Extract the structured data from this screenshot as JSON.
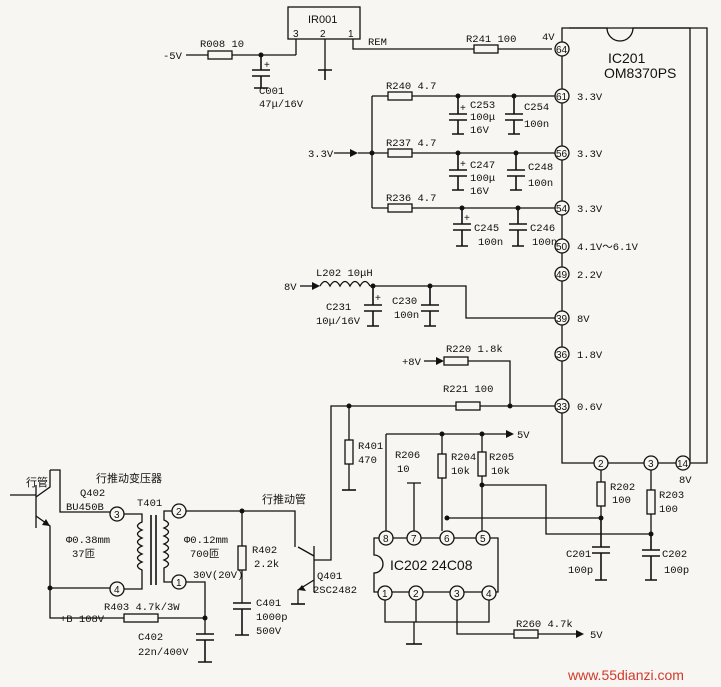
{
  "ir001": {
    "name": "IR001",
    "pins": [
      "3",
      "2",
      "1"
    ],
    "rem": "REM"
  },
  "neg5v": "-5V",
  "r008": "R008 10",
  "c001": {
    "name": "C001",
    "value": "47μ/16V"
  },
  "r241": "R241 100",
  "ic201": {
    "name": "IC201",
    "part": "OM8370PS",
    "pin64_volt": "4V"
  },
  "pins": [
    {
      "pin": "64",
      "volt": ""
    },
    {
      "pin": "61",
      "volt": "3.3V"
    },
    {
      "pin": "56",
      "volt": "3.3V"
    },
    {
      "pin": "54",
      "volt": "3.3V"
    },
    {
      "pin": "50",
      "volt": "4.1V～6.1V"
    },
    {
      "pin": "49",
      "volt": "2.2V"
    },
    {
      "pin": "39",
      "volt": "8V"
    },
    {
      "pin": "36",
      "volt": "1.8V"
    },
    {
      "pin": "33",
      "volt": "0.6V"
    }
  ],
  "bottom_pins": [
    {
      "pin": "2",
      "volt": ""
    },
    {
      "pin": "3",
      "volt": ""
    },
    {
      "pin": "14",
      "volt": "8V"
    }
  ],
  "r240": "R240 4.7",
  "r237": "R237 4.7",
  "r236": "R236 4.7",
  "v33": "3.3V",
  "c253": [
    "C253",
    "100μ",
    "16V"
  ],
  "c254": [
    "C254",
    "100n"
  ],
  "c247": [
    "C247",
    "100μ",
    "16V"
  ],
  "c248": [
    "C248",
    "100n"
  ],
  "c245": [
    "C245",
    "100n"
  ],
  "c246": [
    "C246",
    "100n"
  ],
  "l202": "L202 10μH",
  "v8": "8V",
  "c231": [
    "C231",
    "10μ/16V"
  ],
  "c230": [
    "C230",
    "100n"
  ],
  "r220": "R220 1.8k",
  "plus8v": "+8V",
  "r221": "R221 100",
  "r401": [
    "R401",
    "470"
  ],
  "r206": [
    "R206",
    "10"
  ],
  "r204": [
    "R204",
    "10k"
  ],
  "r205": [
    "R205",
    "10k"
  ],
  "plus5v_top": "5V",
  "r202": [
    "R202",
    "100"
  ],
  "r203": [
    "R203",
    "100"
  ],
  "c201": [
    "C201",
    "100p"
  ],
  "c202": [
    "C202",
    "100p"
  ],
  "ic202": {
    "name": "IC202 24C08",
    "pins_top": [
      "8",
      "7",
      "6",
      "5"
    ],
    "pins_bottom": [
      "1",
      "2",
      "3",
      "4"
    ]
  },
  "r260": "R260 4.7k",
  "plus5v_bottom": "5V",
  "hout_title": "行管",
  "q402": [
    "Q402",
    "BU450B"
  ],
  "t401": "T401",
  "transformer_title": "行推动变压器",
  "primary_wire": [
    "Φ0.38mm",
    "37匝"
  ],
  "secondary_wire": [
    "Φ0.12mm",
    "700匝"
  ],
  "t_pins": [
    "3",
    "4",
    "2",
    "1"
  ],
  "v30": "30V(20V)",
  "driver_title": "行推动管",
  "r402": [
    "R402",
    "2.2k"
  ],
  "c401": [
    "C401",
    "1000p",
    "500V"
  ],
  "q401": [
    "Q401",
    "2SC2482"
  ],
  "b108": "+B 108V",
  "r403": "R403 4.7k/3W",
  "c402": [
    "C402",
    "22n/400V"
  ],
  "watermark": "www.55dianzi.com"
}
